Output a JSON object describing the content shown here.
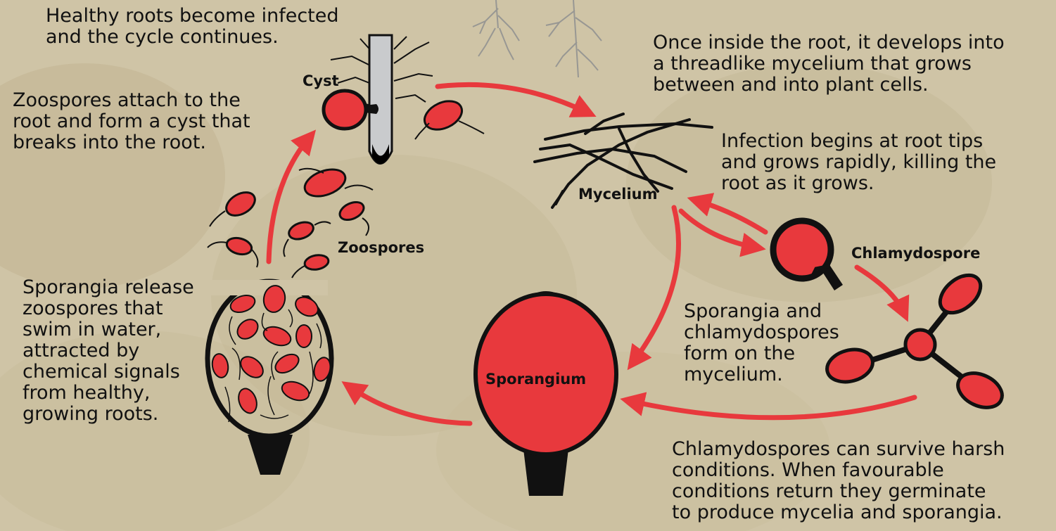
{
  "colors": {
    "background": "#cfc4a6",
    "spore_red": "#e8393d",
    "arrow_red": "#e8393d",
    "outline": "#000000",
    "root_grey": "#c9cbcd"
  },
  "captions": {
    "healthy_roots": "Healthy roots become infected\nand the cycle continues.",
    "zoospores_attach": "Zoospores attach to the\nroot and form a cyst that\nbreaks into the root.",
    "mycelium_develops": "Once inside the root, it develops into\na threadlike mycelium that grows\nbetween and into plant cells.",
    "infection_begins": "Infection begins at root tips\nand grows rapidly, killing the\nroot as it grows.",
    "sporangia_release": "Sporangia release\nzoospores that\nswim in water,\nattracted by\nchemical signals\nfrom healthy,\ngrowing roots.",
    "sporangia_form": "Sporangia and\nchlamydospores\nform on the\nmycelium.",
    "chlamydospores_survive": "Chlamydospores can survive harsh\nconditions. When favourable\nconditions return they germinate\nto produce mycelia and sporangia."
  },
  "labels": {
    "cyst": "Cyst",
    "mycelium": "Mycelium",
    "zoospores": "Zoospores",
    "chlamydospore": "Chlamydospore",
    "sporangium": "Sporangium"
  }
}
